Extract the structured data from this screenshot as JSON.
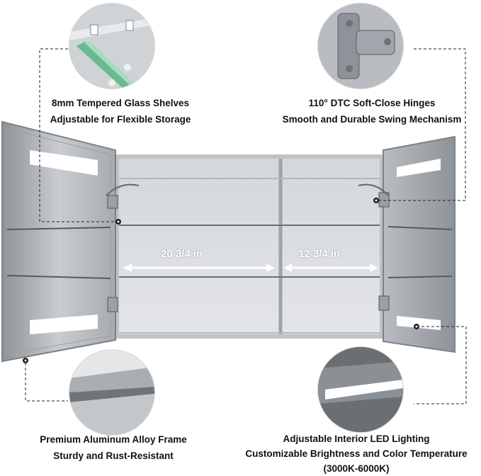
{
  "features": {
    "glass": {
      "line1": "8mm Tempered Glass Shelves",
      "line2": "Adjustable for Flexible Storage"
    },
    "hinges": {
      "line1": "110° DTC Soft-Close Hinges",
      "line2": "Smooth and Durable Swing Mechanism"
    },
    "frame": {
      "line1": "Premium Aluminum Alloy Frame",
      "line2": "Sturdy and Rust-Resistant"
    },
    "led": {
      "line1": "Adjustable Interior LED Lighting",
      "line2": "Customizable Brightness and Color Temperature",
      "line3": "(3000K-6000K)"
    }
  },
  "dimensions": {
    "left_width": "20 3/4 in",
    "right_width": "12 3/4 in"
  },
  "colors": {
    "frame": "#9ea3a7",
    "interior": "#d9dcde",
    "led": "#ffffff",
    "text": "#111111"
  }
}
